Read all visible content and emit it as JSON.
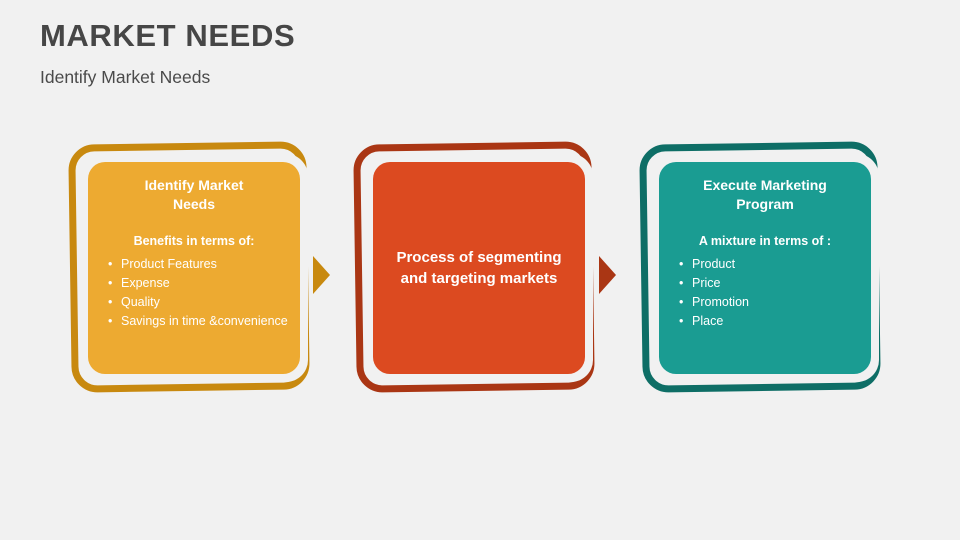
{
  "slide": {
    "title": "MARKET NEEDS",
    "subtitle": "Identify Market Needs",
    "background_color": "#F1F1F1",
    "title_color": "#464646"
  },
  "steps": [
    {
      "id": "identify-market-needs",
      "title": "Identify Market\nNeeds",
      "lead": "Benefits in terms of:",
      "bullet_marker": "•",
      "bullets": [
        "Product Features",
        "Expense",
        "Quality",
        "Savings in time &convenience"
      ],
      "body": "",
      "fill_color": "#EDAA31",
      "frame_color": "#C8890F"
    },
    {
      "id": "process-of-segmenting",
      "title": "",
      "lead": "",
      "bullet_marker": "•",
      "bullets": [],
      "body": "Process of segmenting and targeting markets",
      "fill_color": "#DC4A20",
      "frame_color": "#AA3614"
    },
    {
      "id": "execute-marketing-program",
      "title": "Execute Marketing\nProgram",
      "lead": "A mixture in terms of :",
      "bullet_marker": "•",
      "bullets": [
        "Product",
        "Price",
        "Promotion",
        "Place"
      ],
      "body": "",
      "fill_color": "#1A9C92",
      "frame_color": "#0E6E66"
    }
  ],
  "connectors": [
    {
      "id": "connector-1",
      "icon": "chevron-right-icon",
      "color": "#C8890F"
    },
    {
      "id": "connector-2",
      "icon": "chevron-right-icon",
      "color": "#AA3614"
    }
  ]
}
